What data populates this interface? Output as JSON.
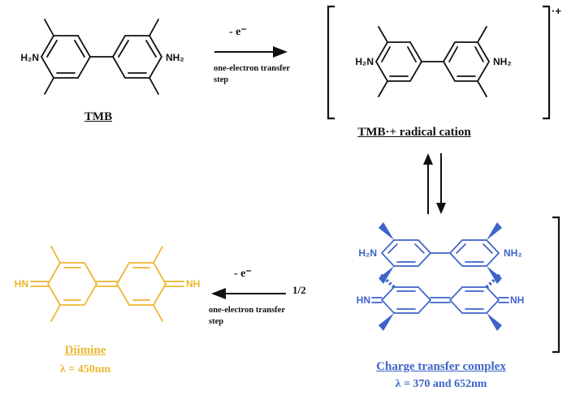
{
  "colors": {
    "structure_black": "#111111",
    "structure_blue": "#3c63c8",
    "structure_yellow": "#edb62e",
    "background": "#ffffff"
  },
  "tmb": {
    "label": "TMB",
    "amine_left": "H₂N",
    "amine_right": "NH₂"
  },
  "oxidation_arrow_top": {
    "label": "- e⁻",
    "step_line1": "one-electron transfer",
    "step_line2": "step"
  },
  "radical_cation": {
    "charge": "·+",
    "amine_left": "H₂N",
    "amine_right": "NH₂",
    "label": "TMB·+ radical cation"
  },
  "charge_transfer_complex": {
    "amine_left": "H₂N",
    "amine_right": "NH₂",
    "imine_left": "HN",
    "imine_right": "NH",
    "label": "Charge transfer complex",
    "wavelength": "λ = 370 and 652nm"
  },
  "oxidation_arrow_bottom": {
    "label": "- e⁻",
    "step_line1": "one-electron transfer",
    "step_line2": "step",
    "stoichiometry": "1/2"
  },
  "diimine": {
    "imine_left": "HN",
    "imine_right": "NH",
    "label": "Diimine",
    "wavelength": "λ = 450nm"
  }
}
